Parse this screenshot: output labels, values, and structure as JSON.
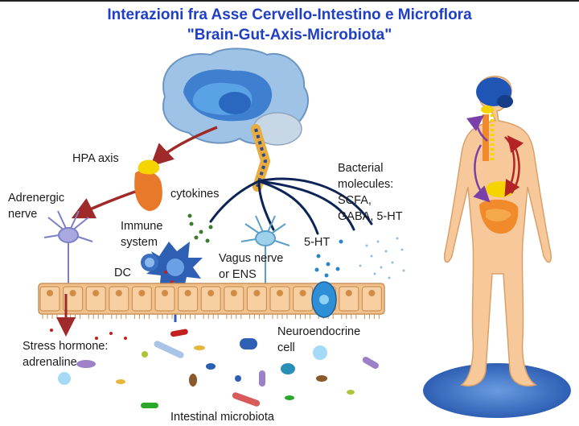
{
  "title": {
    "line1": "Interazioni fra Asse Cervello-Intestino e Microflora",
    "line2": "\"Brain-Gut-Axis-Microbiota\""
  },
  "labels": {
    "hpa_axis": "HPA axis",
    "adrenergic_1": "Adrenergic",
    "adrenergic_2": "nerve",
    "cytokines": "cytokines",
    "immune_1": "Immune",
    "immune_2": "system",
    "dc": "DC",
    "vagus_1": "Vagus nerve",
    "vagus_2": "or ENS",
    "ht5": "5-HT",
    "bacterial_1": "Bacterial",
    "bacterial_2": "molecules:",
    "bacterial_3": "SCFA,",
    "bacterial_4": "GABA, 5-HT",
    "stress_1": "Stress hormone:",
    "stress_2": "adrenaline",
    "neuro_1": "Neuroendocrine",
    "neuro_2": "cell",
    "microbiota": "Intestinal microbiota"
  },
  "colors": {
    "title": "#1f3fc4",
    "arrow": "#9e2a2a",
    "nerve": "#0d2456",
    "brain": "#4a86c9",
    "epithelium": "#f3c28c",
    "body": "#f6c89a",
    "shadow": "#3d73c7"
  }
}
